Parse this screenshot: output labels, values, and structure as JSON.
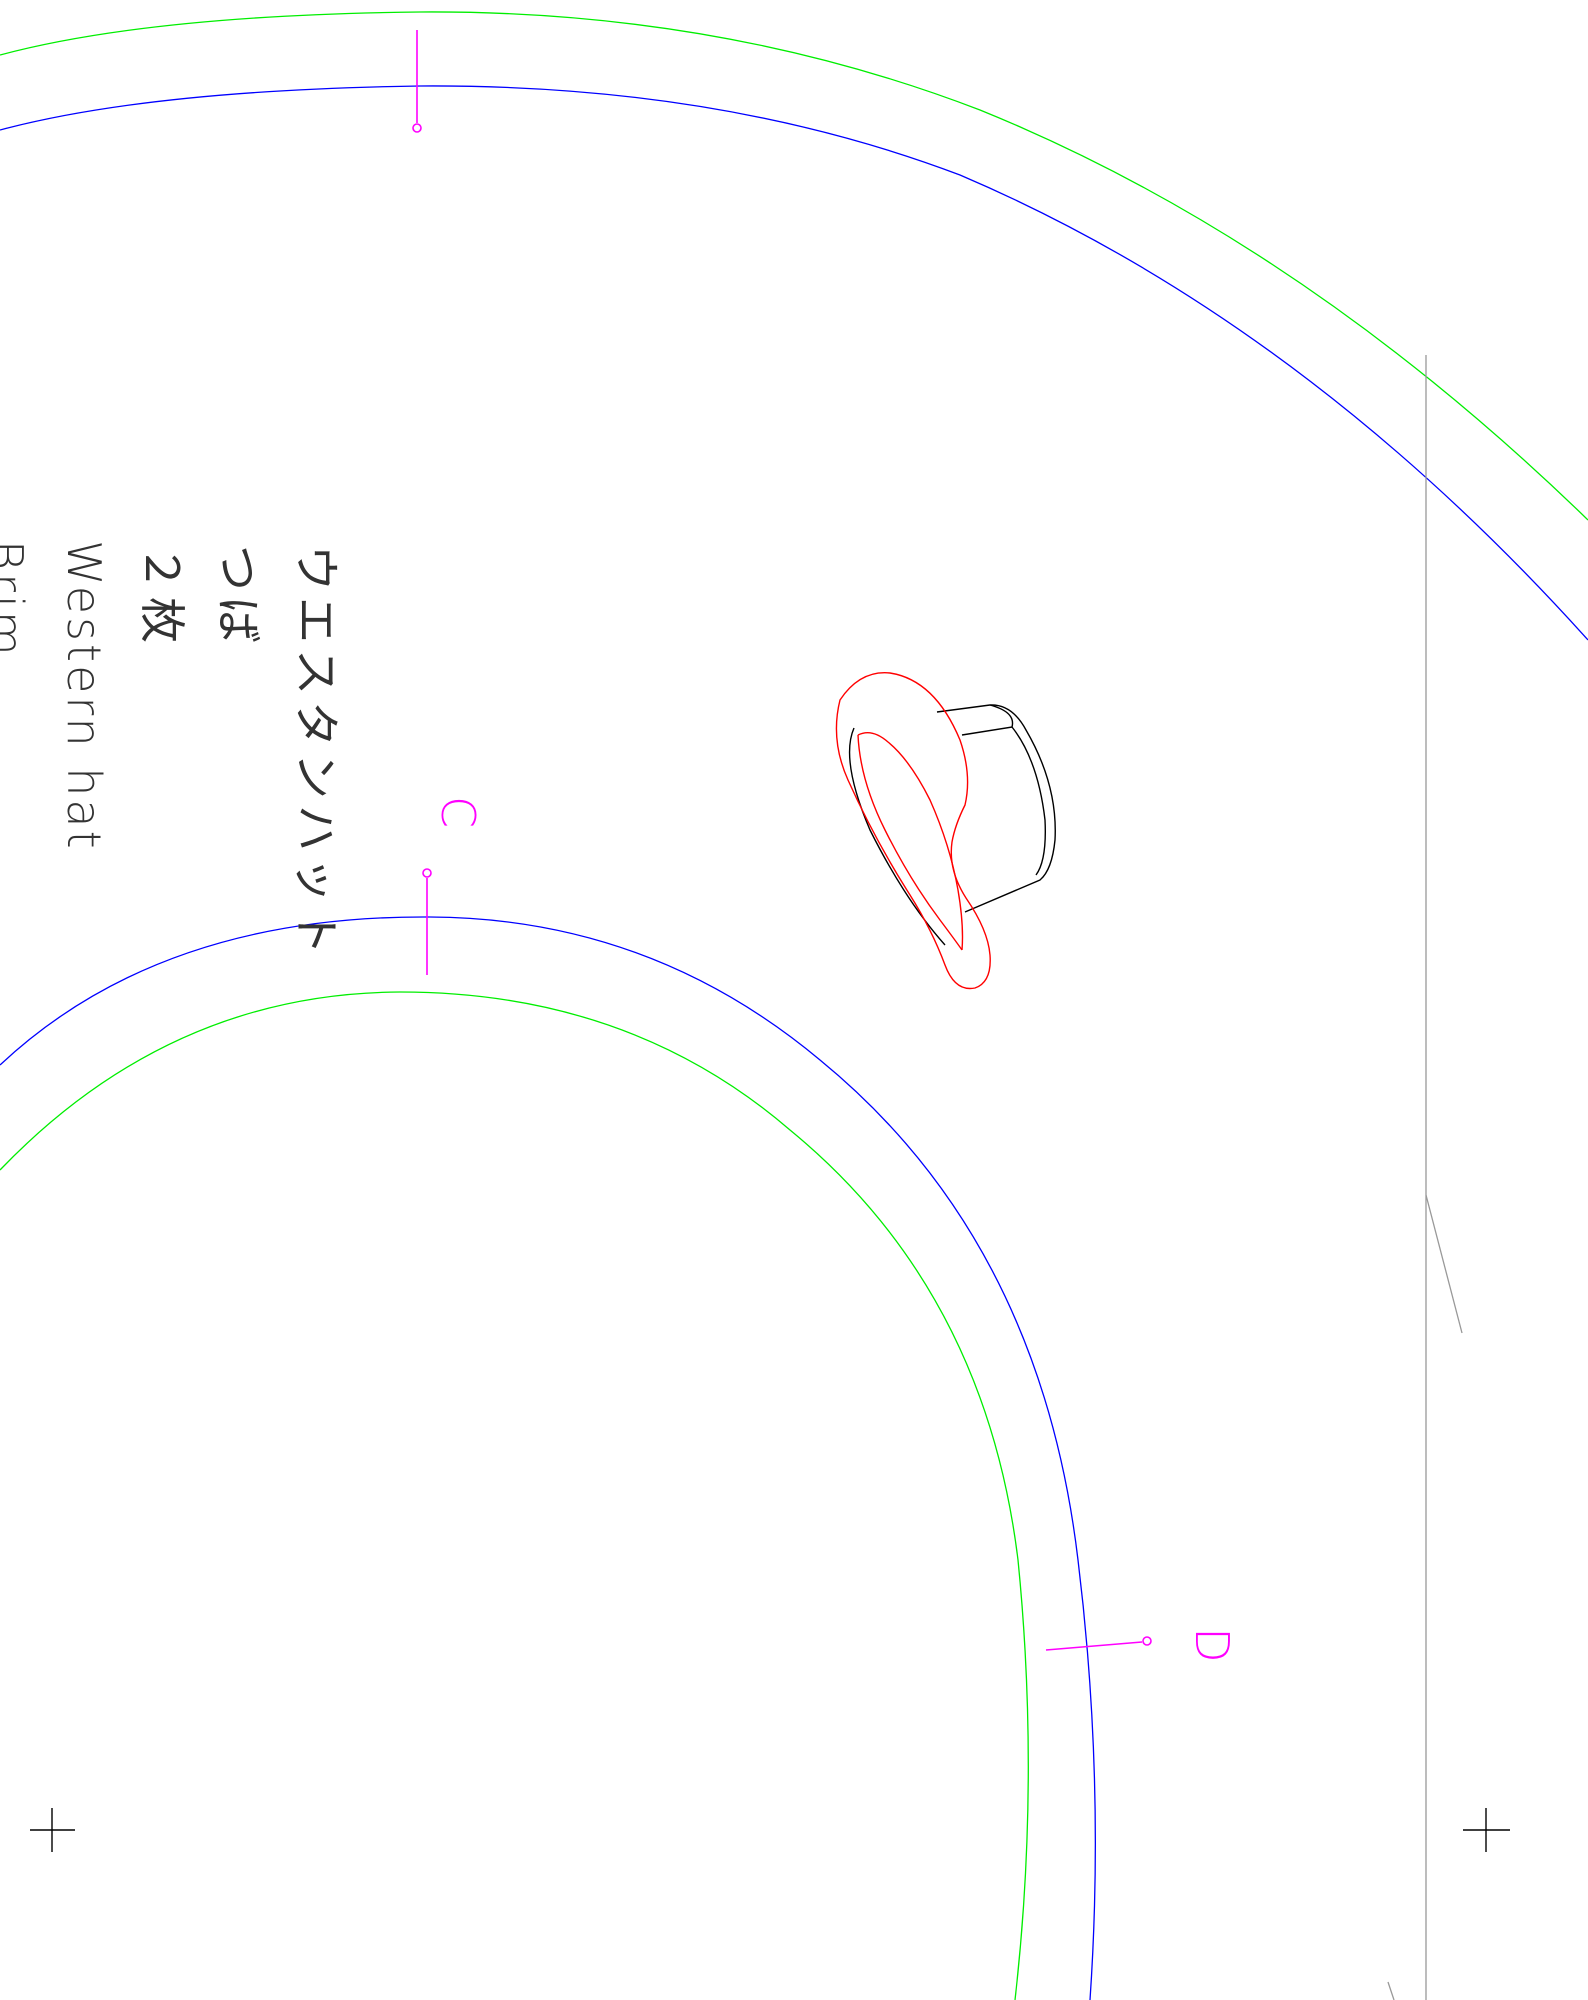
{
  "pattern": {
    "title_ja": "ウエスタンハット",
    "part_ja": "つば",
    "quantity_ja": "２枚",
    "title_en": "Western hat",
    "part_en": "Brim"
  },
  "markers": [
    {
      "id": "C",
      "label": "C"
    },
    {
      "id": "D",
      "label": "D"
    }
  ],
  "icons": {
    "hat": "western-hat-illustration",
    "registration": "crosshair-registration-mark"
  },
  "colors": {
    "cutting_line": "#00ee00",
    "seam_line": "#0000ff",
    "notch_marker": "#ff00ff",
    "guide_line": "#999999",
    "hat_brim": "#ff0000",
    "hat_crown": "#000000",
    "registration": "#000000"
  }
}
